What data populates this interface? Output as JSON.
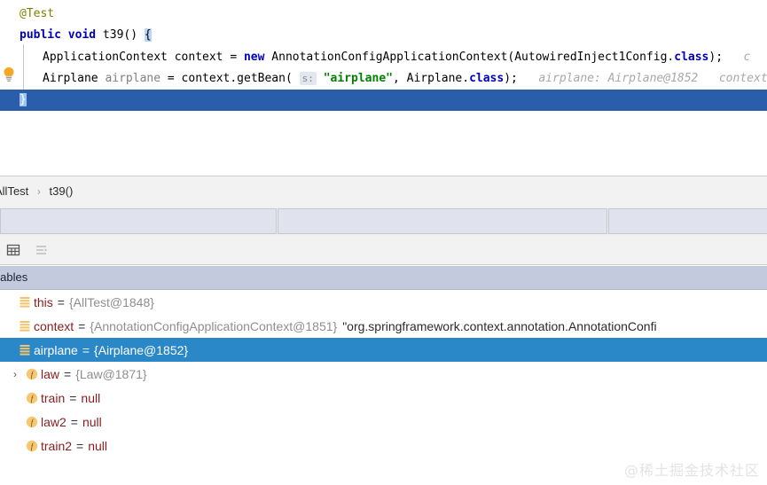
{
  "editor": {
    "lines": [
      {
        "id": "line-annotation",
        "indent": 1,
        "tokens": [
          {
            "t": "@Test",
            "c": "ann"
          }
        ]
      },
      {
        "id": "line-method-signature",
        "indent": 1,
        "tokens": [
          {
            "t": "public",
            "c": "kw"
          },
          {
            "t": " "
          },
          {
            "t": "void",
            "c": "kw"
          },
          {
            "t": " t39() "
          },
          {
            "t": "{",
            "c": "brace-hl"
          }
        ]
      },
      {
        "id": "line-context-decl",
        "indent": 2,
        "tokens": [
          {
            "t": "ApplicationContext context = "
          },
          {
            "t": "new",
            "c": "kw"
          },
          {
            "t": " AnnotationConfigApplicationContext(AutowiredInject1Config."
          },
          {
            "t": "class",
            "c": "kw"
          },
          {
            "t": ");   "
          },
          {
            "t": "c",
            "c": "inlay"
          }
        ]
      },
      {
        "id": "line-getbean",
        "indent": 2,
        "tokens": [
          {
            "t": "Airplane "
          },
          {
            "t": "airplane",
            "c": "param"
          },
          {
            "t": " = context.getBean( "
          },
          {
            "t": "s:",
            "c": "hint"
          },
          {
            "t": " "
          },
          {
            "t": "\"airplane\"",
            "c": "str"
          },
          {
            "t": ", Airplane."
          },
          {
            "t": "class",
            "c": "kw"
          },
          {
            "t": ");   "
          },
          {
            "t": "airplane: Airplane@1852   context",
            "c": "inlay"
          }
        ]
      },
      {
        "id": "line-close-brace",
        "indent": 1,
        "selected": true,
        "tokens": [
          {
            "t": "}",
            "c": "brace-sel"
          }
        ]
      }
    ],
    "bulb_icon": "lightbulb-icon"
  },
  "breadcrumb": {
    "items": [
      "AllTest",
      "t39()"
    ],
    "separator": "›"
  },
  "frames": {
    "cells": [
      "",
      "",
      ""
    ]
  },
  "toolbar": {
    "buttons": [
      {
        "name": "show-types-icon",
        "label": "",
        "active": true
      },
      {
        "name": "sort-values-icon",
        "label": "",
        "active": false
      }
    ]
  },
  "variables_panel": {
    "title": "Variables",
    "rows": [
      {
        "name": "this",
        "eq": "=",
        "value": "{AllTest@1848}",
        "string": "",
        "icon": "variable-stack-icon",
        "twisty": "",
        "indent": 0,
        "selected": false,
        "null": false
      },
      {
        "name": "context",
        "eq": "=",
        "value": "{AnnotationConfigApplicationContext@1851}",
        "string": "\"org.springframework.context.annotation.AnnotationConfi",
        "icon": "variable-stack-icon",
        "twisty": "",
        "indent": 0,
        "selected": false,
        "null": false
      },
      {
        "name": "airplane",
        "eq": "=",
        "value": "{Airplane@1852}",
        "string": "",
        "icon": "variable-stack-icon",
        "twisty": "",
        "indent": 0,
        "selected": true,
        "null": false
      },
      {
        "name": "law",
        "eq": "=",
        "value": "{Law@1871}",
        "string": "",
        "icon": "field-icon",
        "twisty": "›",
        "indent": 1,
        "selected": false,
        "null": false
      },
      {
        "name": "train",
        "eq": "=",
        "value": "null",
        "string": "",
        "icon": "field-icon",
        "twisty": "",
        "indent": 1,
        "selected": false,
        "null": true
      },
      {
        "name": "law2",
        "eq": "=",
        "value": "null",
        "string": "",
        "icon": "field-icon",
        "twisty": "",
        "indent": 1,
        "selected": false,
        "null": true
      },
      {
        "name": "train2",
        "eq": "=",
        "value": "null",
        "string": "",
        "icon": "field-icon",
        "twisty": "",
        "indent": 1,
        "selected": false,
        "null": true
      }
    ]
  },
  "watermark": {
    "text": "@稀土掘金技术社区"
  },
  "colors": {
    "selection_blue": "#2a5eaa",
    "row_selection_blue": "#2a87c8",
    "keyword_blue": "#0000c0",
    "string_green": "#008000",
    "annotation_olive": "#808000",
    "var_name_red": "#871d1d",
    "icon_orange": "#f0b429",
    "vars_header": "#c3cadd"
  }
}
